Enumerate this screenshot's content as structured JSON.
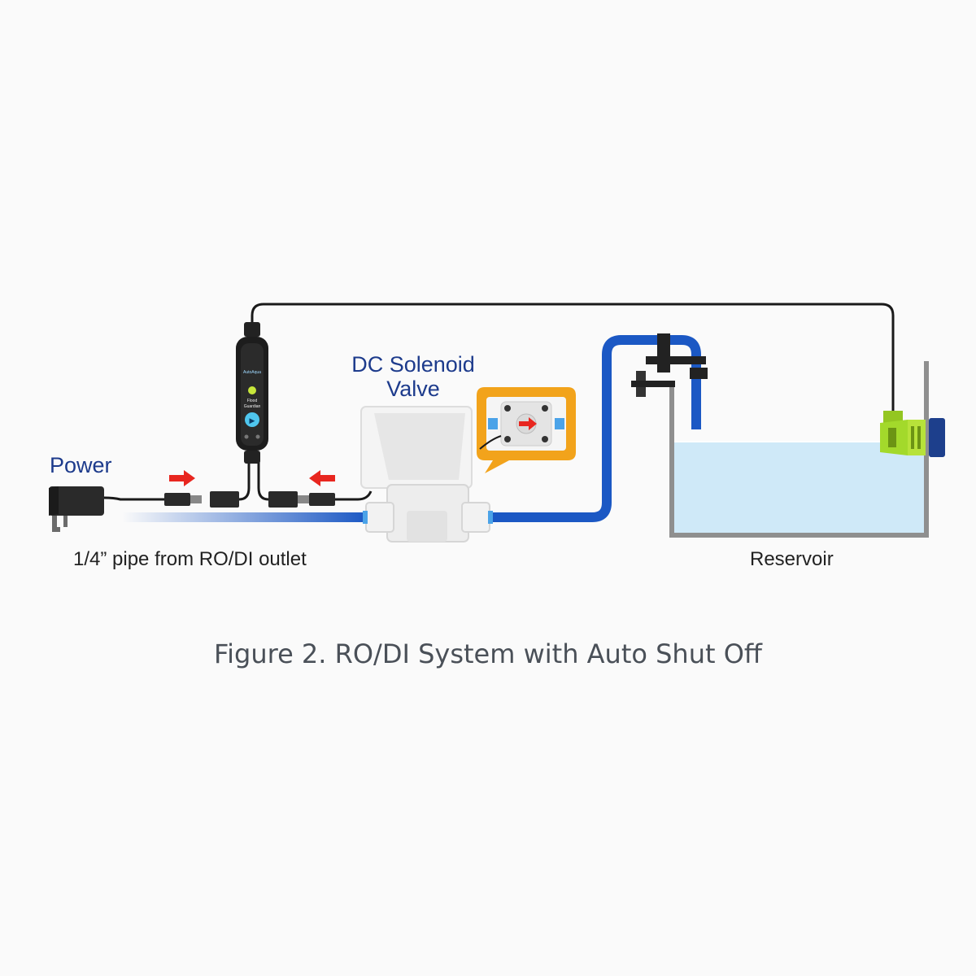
{
  "labels": {
    "power": "Power",
    "valve_line1": "DC Solenoid",
    "valve_line2": "Valve",
    "pipe": "1/4” pipe from RO/DI outlet",
    "reservoir": "Reservoir"
  },
  "controller": {
    "brand": "AutoAqua",
    "model_line1": "Flood",
    "model_line2": "Guardian"
  },
  "caption": "Figure 2. RO/DI System with Auto Shut Off",
  "icons": {
    "adapter": "power-adapter-icon",
    "controller": "flood-guardian-controller-icon",
    "valve": "solenoid-valve-icon",
    "sensor": "water-level-sensor-icon",
    "flow_arrow": "red-arrow-icon"
  },
  "colors": {
    "label_blue": "#1d3b8c",
    "pipe_blue": "#1b58c4",
    "water": "#cfe9f8",
    "callout_orange": "#f2a31b",
    "sensor_green": "#a3d92b",
    "arrow_red": "#e8261f",
    "tank_gray": "#8f8f8f"
  }
}
